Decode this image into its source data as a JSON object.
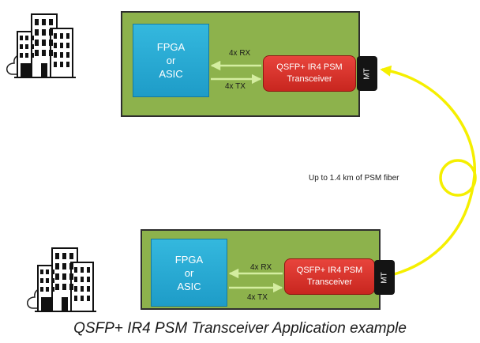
{
  "top_site": {
    "fpga_lines": [
      "FPGA",
      "or",
      "ASIC"
    ],
    "rx_label": "4x RX",
    "tx_label": "4x TX",
    "transceiver_lines": [
      "QSFP+ IR4 PSM",
      "Transceiver"
    ],
    "connector_label": "MT"
  },
  "bottom_site": {
    "fpga_lines": [
      "FPGA",
      "or",
      "ASIC"
    ],
    "rx_label": "4x RX",
    "tx_label": "4x TX",
    "transceiver_lines": [
      "QSFP+ IR4 PSM",
      "Transceiver"
    ],
    "connector_label": "MT"
  },
  "fiber": {
    "label": "Up to 1.4 km of PSM fiber"
  },
  "caption": "QSFP+ IR4 PSM Transceiver Application example",
  "colors": {
    "board": "#8db24c",
    "fpga": "#2aaed6",
    "transceiver": "#d8322b",
    "fiber": "#f5ef00",
    "arrow": "#c8e68c"
  },
  "icons": [
    "building-icon",
    "building-icon"
  ]
}
